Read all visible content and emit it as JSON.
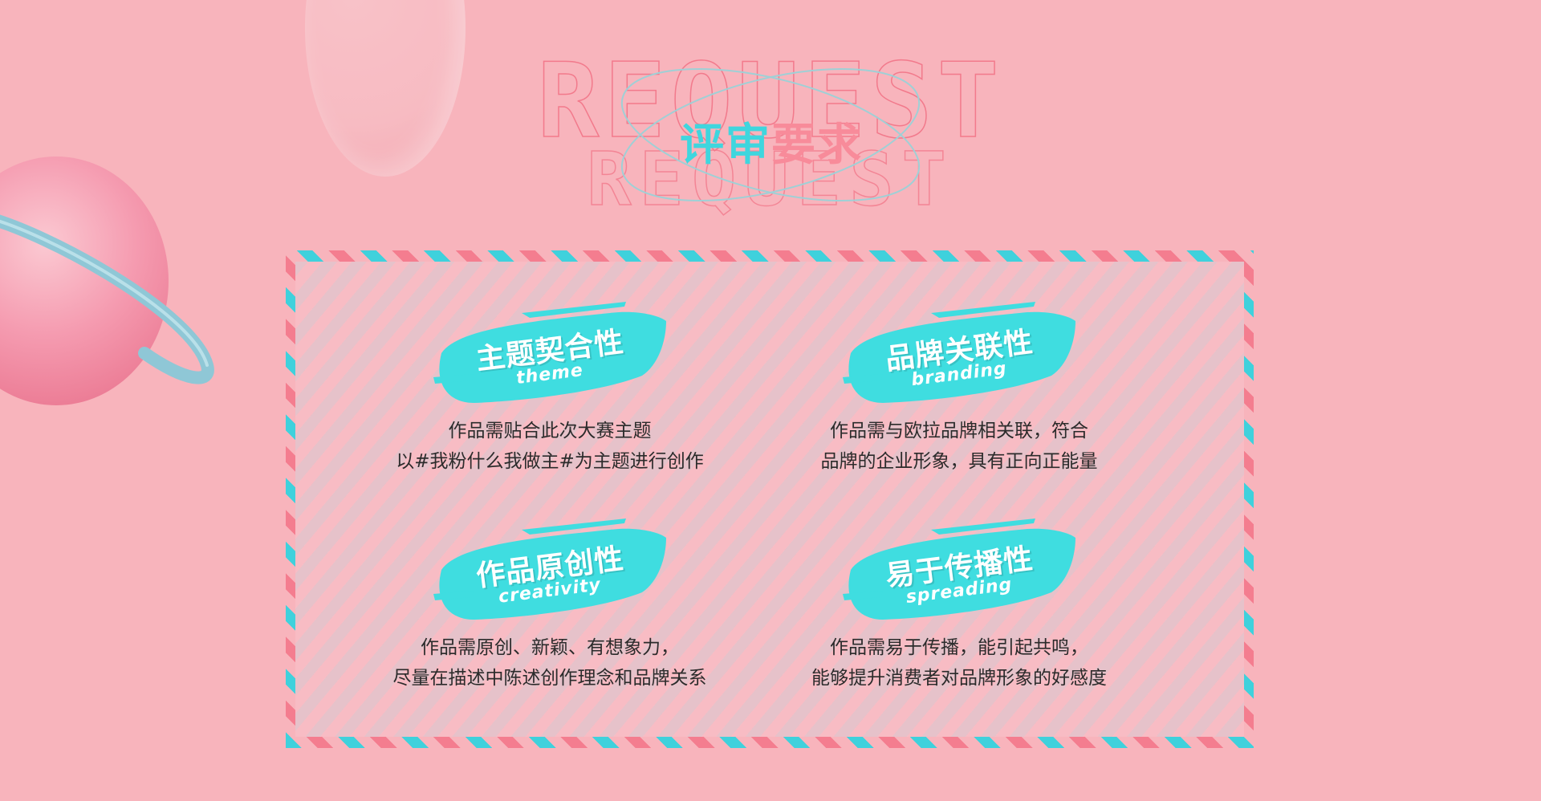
{
  "colors": {
    "background": "#f8b4bc",
    "accent_cyan": "#3fd6de",
    "accent_pink": "#f88b9a",
    "text": "#2b2b2b"
  },
  "header": {
    "bg_word": "REQUEST",
    "title_part1": "评审",
    "title_part2": "要求"
  },
  "criteria": [
    {
      "title": "主题契合性",
      "subtitle": "theme",
      "line1": "作品需贴合此次大赛主题",
      "line2": "以#我粉什么我做主#为主题进行创作"
    },
    {
      "title": "品牌关联性",
      "subtitle": "branding",
      "line1": "作品需与欧拉品牌相关联，符合",
      "line2": "品牌的企业形象，具有正向正能量"
    },
    {
      "title": "作品原创性",
      "subtitle": "creativity",
      "line1": "作品需原创、新颖、有想象力，",
      "line2": "尽量在描述中陈述创作理念和品牌关系"
    },
    {
      "title": "易于传播性",
      "subtitle": "spreading",
      "line1": "作品需易于传播，能引起共鸣，",
      "line2": "能够提升消费者对品牌形象的好感度"
    }
  ]
}
